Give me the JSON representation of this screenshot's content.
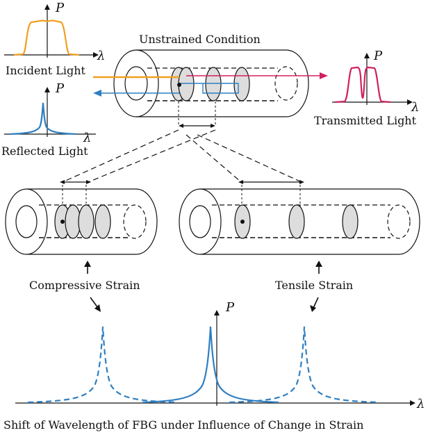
{
  "title": "Unstrained Condition",
  "caption": "Shift of Wavelength of FBG under Influence of Change in Strain",
  "labels": {
    "incident": "Incident Light",
    "reflected": "Reflected Light",
    "transmitted": "Transmitted Light",
    "compressive": "Compressive Strain",
    "tensile": "Tensile Strain"
  },
  "axes": {
    "power": "P",
    "wavelength": "λ"
  },
  "colors": {
    "incident": "#f0a020",
    "reflected": "#2f7fc1",
    "transmitted": "#d02060",
    "spectrum": "#2f7fc1",
    "outline": "#111111",
    "grating": "#dddddd"
  }
}
